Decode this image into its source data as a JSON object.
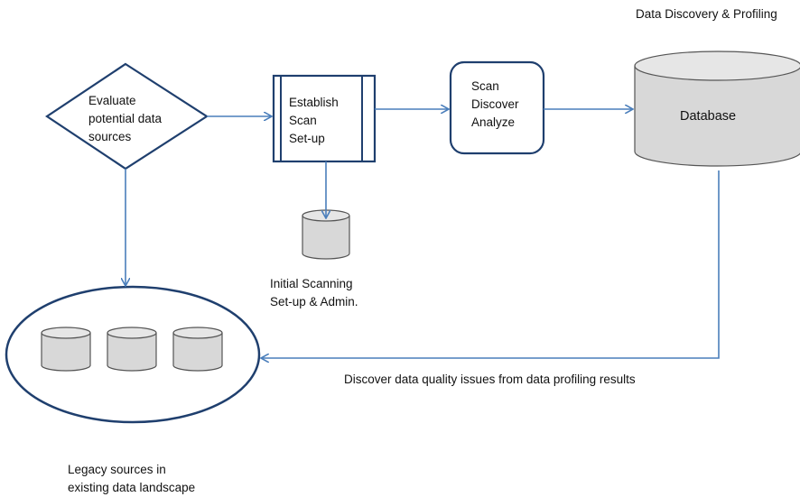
{
  "diagram": {
    "title": "Data Discovery & Profiling",
    "nodes": {
      "evaluate": {
        "line1": "Evaluate",
        "line2": "potential data",
        "line3": "sources"
      },
      "establish": {
        "line1": "Establish",
        "line2": "Scan",
        "line3": "Set-up"
      },
      "scan": {
        "line1": "Scan",
        "line2": "Discover",
        "line3": "Analyze"
      },
      "database": {
        "label": "Database"
      },
      "initial": {
        "line1": "Initial Scanning",
        "line2": "Set-up & Admin."
      },
      "legacy": {
        "line1": "Legacy sources in",
        "line2": "existing data landscape"
      }
    },
    "edges": {
      "feedback_label": "Discover data quality issues from data profiling results"
    }
  },
  "colors": {
    "line": "#4a7ebb",
    "shape_stroke": "#1f3f6e",
    "cylinder_fill": "#d8d8d8",
    "cylinder_stroke": "#555555"
  }
}
